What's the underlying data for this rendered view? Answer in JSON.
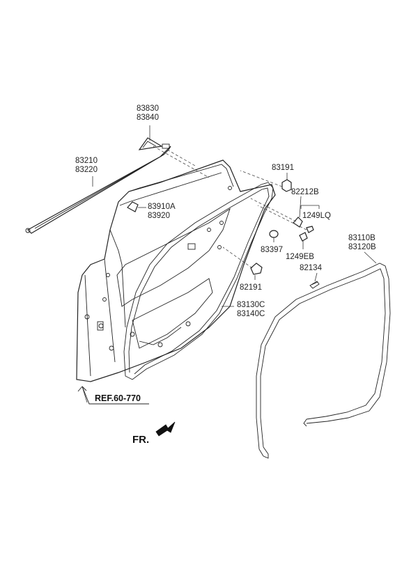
{
  "labels": {
    "p83830": "83830",
    "p83840": "83840",
    "p83210": "83210",
    "p83220": "83220",
    "p83910a": "83910A",
    "p83920": "83920",
    "p83191": "83191",
    "p82212b": "82212B",
    "p1249lq": "1249LQ",
    "p83397": "83397",
    "p1249eb": "1249EB",
    "p82134": "82134",
    "p82191": "82191",
    "p83110b": "83110B",
    "p83120b": "83120B",
    "p83130c": "83130C",
    "p83140c": "83140C"
  },
  "reference": "REF.60-770",
  "direction": "FR."
}
